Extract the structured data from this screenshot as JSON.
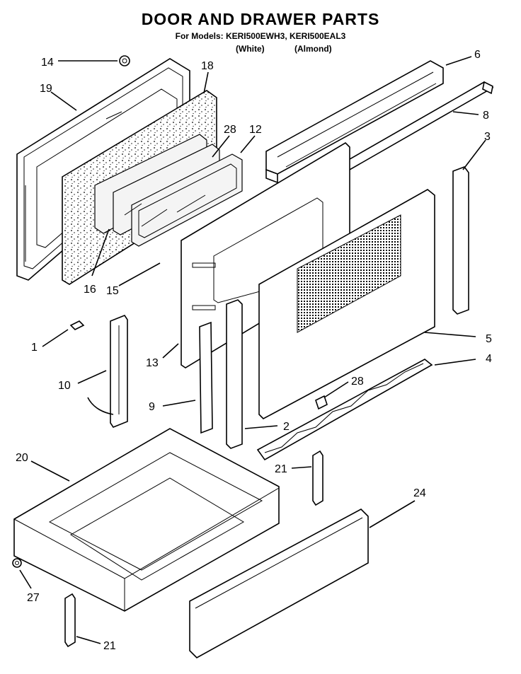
{
  "header": {
    "title": "DOOR AND DRAWER PARTS",
    "models": "For Models: KERI500EWH3, KERI500EAL3",
    "variant_white": "(White)",
    "variant_almond": "(Almond)"
  },
  "callouts": {
    "p14": "14",
    "p18": "18",
    "p19": "19",
    "p28a": "28",
    "p12": "12",
    "p6": "6",
    "p8": "8",
    "p3": "3",
    "p16": "16",
    "p15": "15",
    "p1": "1",
    "p10": "10",
    "p13": "13",
    "p5": "5",
    "p4": "4",
    "p28b": "28",
    "p9": "9",
    "p2": "2",
    "p20": "20",
    "p21a": "21",
    "p24": "24",
    "p27": "27",
    "p21b": "21"
  },
  "colors": {
    "line": "#000000",
    "background": "#ffffff",
    "glass": "#f4f4f4"
  }
}
